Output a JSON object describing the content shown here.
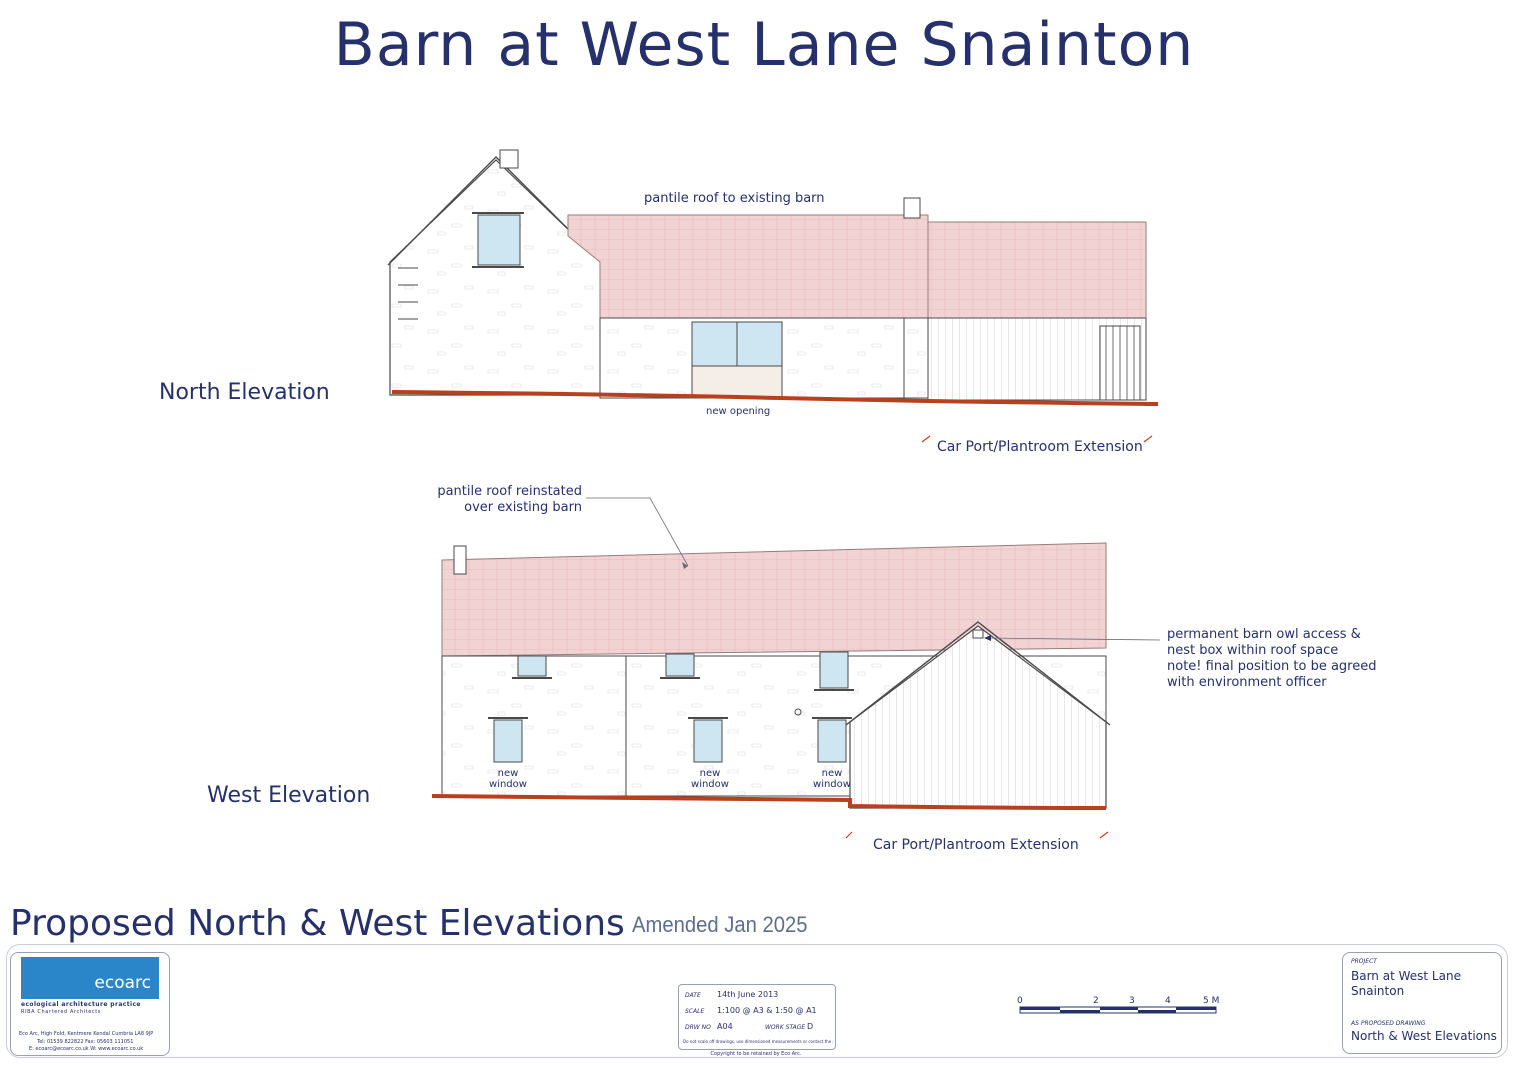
{
  "title": "Barn at West Lane Snainton",
  "north": {
    "label": "North Elevation",
    "note_roof": "pantile roof to existing barn",
    "note_opening": "new opening",
    "note_extension": "Car Port/Plantroom Extension"
  },
  "west": {
    "label": "West Elevation",
    "note_roof_line1": "pantile roof reinstated",
    "note_roof_line2": "over existing barn",
    "owl_line1": "permanent barn owl access &",
    "owl_line2": "nest box within roof space",
    "owl_line3": "note! final position to be agreed",
    "owl_line4": "with environment officer",
    "window_new": "new",
    "window_word": "window",
    "note_extension": "Car Port/Plantroom Extension"
  },
  "sheet": {
    "heading": "Proposed North & West Elevations",
    "amended": "Amended Jan 2025"
  },
  "titleblock": {
    "logo_text": "ecoarc",
    "logo_tag": "ecological architecture practice",
    "logo_sub": "RIBA Chartered Architects",
    "addr1": "Eco Arc, High Fold, Kentmere Kendal Cumbria LA8 9JP",
    "addr2": "Tel: 01539 822822  Fax: 05603 111051",
    "addr3": "E: ecoarc@ecoarc.co.uk  W: www.ecoarc.co.uk",
    "date_label": "DATE",
    "date": "14th June 2013",
    "scale_label": "SCALE",
    "scale": "1:100 @ A3 & 1:50 @ A1",
    "drw_label": "DRW No",
    "drw": "A04",
    "stage_label": "WORK STAGE",
    "stage": "D",
    "disclaimer": "Do not scale off drawings, use dimensioned measurements or contact the architect.",
    "copyright": "Copyright to be retained by Eco Arc.",
    "scale_ticks": [
      "0",
      "2",
      "3",
      "4",
      "5 M"
    ],
    "project_label": "PROJECT",
    "project_line1": "Barn at West Lane",
    "project_line2": "Snainton",
    "drawing_label": "AS PROPOSED DRAWING",
    "drawing_name": "North & West Elevations"
  },
  "colors": {
    "ink": "#26306b",
    "roof": "#f2d3d3",
    "ground": "#b8401e",
    "glass": "#cde6f2",
    "logo": "#2a86c9"
  }
}
